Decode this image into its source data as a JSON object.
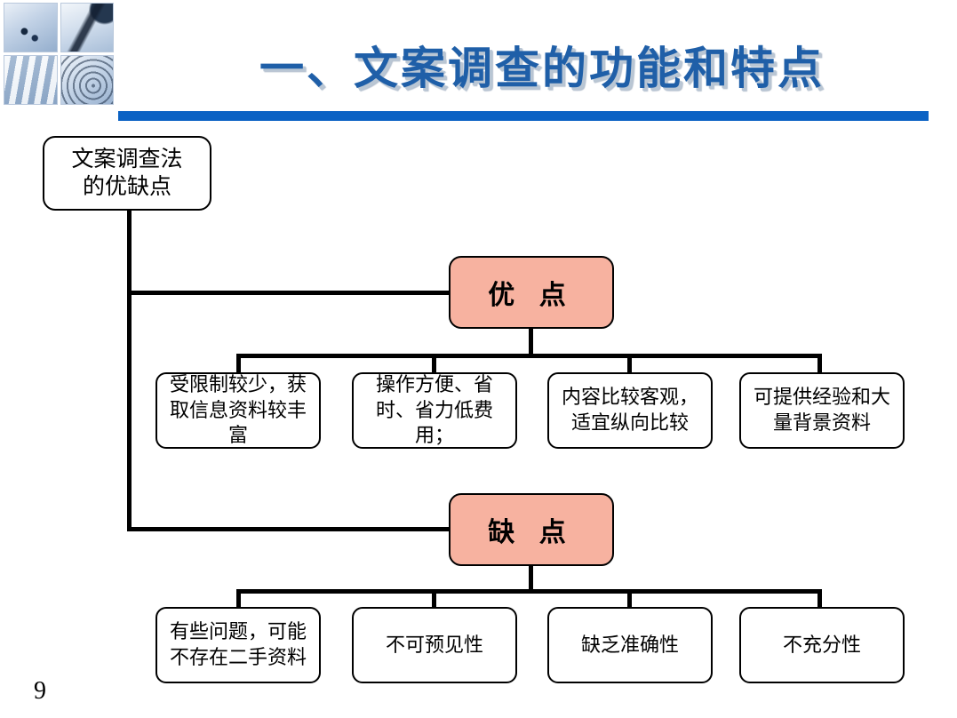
{
  "slide": {
    "title": "一、文案调查的功能和特点",
    "page_number": "9",
    "accent_color": "#0b62c4",
    "node_accent_color": "#f7b2a0"
  },
  "header": {
    "photos": [
      {
        "name": "calipers-blueprint-photo"
      },
      {
        "name": "pen-inkwell-photo"
      },
      {
        "name": "bar-chart-blueprint-photo"
      },
      {
        "name": "compass-drafting-photo"
      }
    ]
  },
  "diagram": {
    "root": "文案调查法\n的优缺点",
    "root_line_1": "文案调查法",
    "root_line_2": "的优缺点",
    "branches": [
      {
        "label": "优  点",
        "children": [
          "受限制较少，获取信息资料较丰富",
          "操作方便、省时、省力低费用；",
          "内容比较客观，适宜纵向比较",
          "可提供经验和大量背景资料"
        ]
      },
      {
        "label": "缺  点",
        "children": [
          "有些问题，可能不存在二手资料",
          "不可预见性",
          "缺乏准确性",
          "不充分性"
        ]
      }
    ]
  }
}
